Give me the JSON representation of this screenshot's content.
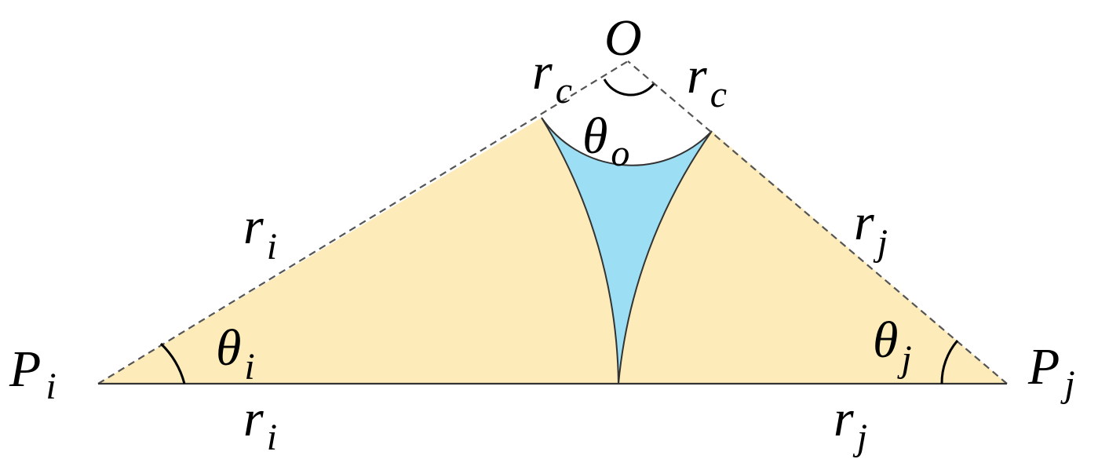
{
  "diagram": {
    "colors": {
      "triangle_fill": "#FDEBBA",
      "cusp_fill": "#9CDFF4",
      "edge": "#555555",
      "text": "#000000"
    },
    "labels": {
      "O": "O",
      "Pi": {
        "main": "P",
        "sub": "i"
      },
      "Pj": {
        "main": "P",
        "sub": "j"
      },
      "rc_left": {
        "main": "r",
        "sub": "c"
      },
      "rc_right": {
        "main": "r",
        "sub": "c"
      },
      "ri_upper": {
        "main": "r",
        "sub": "i"
      },
      "ri_lower": {
        "main": "r",
        "sub": "i"
      },
      "rj_upper": {
        "main": "r",
        "sub": "j"
      },
      "rj_lower": {
        "main": "r",
        "sub": "j"
      },
      "theta_o": {
        "main": "θ",
        "sub": "o"
      },
      "theta_i": {
        "main": "θ",
        "sub": "i"
      },
      "theta_j": {
        "main": "θ",
        "sub": "j"
      }
    }
  }
}
